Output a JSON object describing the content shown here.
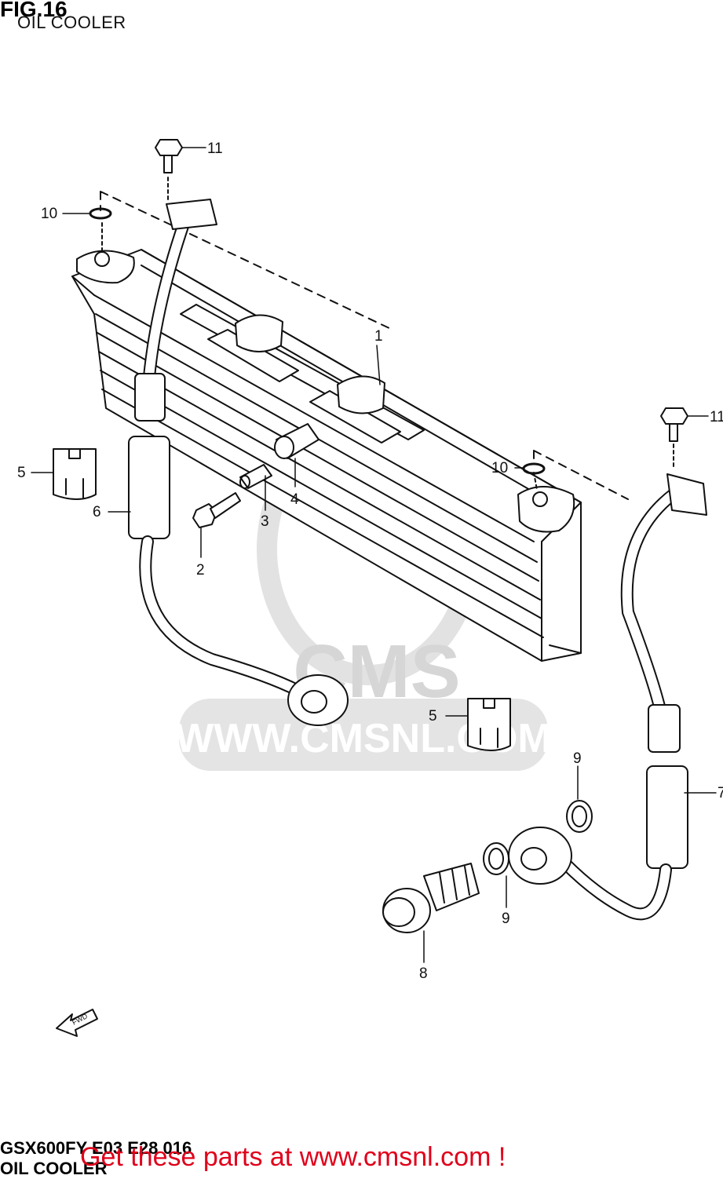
{
  "figure": {
    "number": "FIG.16",
    "title": "OIL COOLER"
  },
  "footer": {
    "model_code": "GSX600FY E03 E28 016",
    "model_name": "OIL COOLER",
    "promo_text": "Get these parts at www.cmsnl.com !"
  },
  "watermark": {
    "text": "WWW.CMSNL.COM",
    "logo": "CMS"
  },
  "direction_marker": "FWD",
  "callouts": {
    "c1": "1",
    "c2": "2",
    "c3": "3",
    "c4": "4",
    "c5a": "5",
    "c5b": "5",
    "c6": "6",
    "c7": "7",
    "c8": "8",
    "c9a": "9",
    "c9b": "9",
    "c10a": "10",
    "c10b": "10",
    "c11a": "11",
    "c11b": "11"
  },
  "colors": {
    "line": "#111111",
    "watermark": "#d9d9d9",
    "promo": "#e0001a"
  }
}
